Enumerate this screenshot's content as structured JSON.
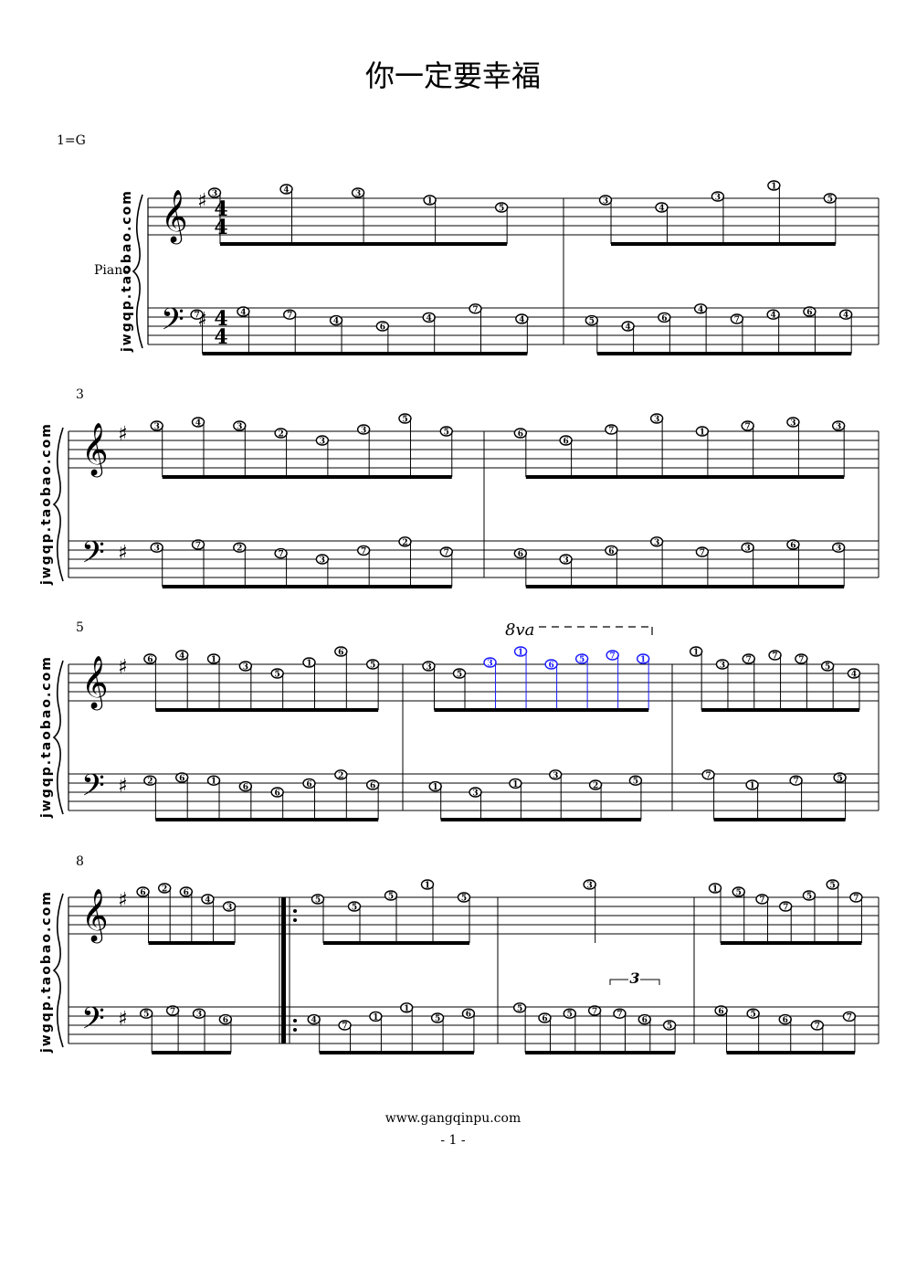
{
  "score": {
    "title": "你一定要幸福",
    "key_label": "1=G",
    "instrument": "Piano",
    "side_watermark": "jwgqp.taobao.com",
    "time_signature": {
      "top": "4",
      "bottom": "4"
    },
    "measure_numbers": [
      "3",
      "5",
      "8"
    ],
    "octave_marking": "8va",
    "tuplet_label": "3",
    "systems": [
      {
        "treble": [
          [
            "3",
            "4",
            "3",
            "1",
            "5"
          ],
          [
            "3",
            "4",
            "3",
            "1",
            "5"
          ]
        ],
        "bass": [
          [
            "7",
            "4",
            "7",
            "4",
            "6",
            "4",
            "7",
            "4"
          ],
          [
            "5",
            "4",
            "6",
            "4",
            "7",
            "4",
            "6",
            "4"
          ]
        ]
      },
      {
        "treble": [
          [
            "3",
            "4",
            "3",
            "2",
            "3",
            "3",
            "5",
            "5"
          ],
          [
            "6",
            "6",
            "7",
            "3",
            "1",
            "7",
            "3",
            "3"
          ]
        ],
        "bass": [
          [
            "3",
            "7",
            "2",
            "7",
            "3",
            "7",
            "2",
            "7"
          ],
          [
            "6",
            "3",
            "6",
            "3",
            "7",
            "3",
            "6",
            "3"
          ]
        ]
      },
      {
        "treble": [
          [
            "6",
            "4",
            "1",
            "3",
            "5",
            "1",
            "6",
            "5"
          ],
          [
            "3",
            "5",
            "3",
            "1",
            "6",
            "5",
            "7",
            "1"
          ],
          [
            "1",
            "3",
            "7",
            "7",
            "7",
            "5",
            "4"
          ]
        ],
        "bass": [
          [
            "2",
            "6",
            "1",
            "6",
            "6",
            "6",
            "2",
            "6"
          ],
          [
            "1",
            "3",
            "1",
            "3",
            "2",
            "5"
          ],
          [
            "7",
            "1",
            "7",
            "5"
          ]
        ]
      },
      {
        "treble": [
          [
            "6",
            "2",
            "6",
            "4",
            "3"
          ],
          [
            "5",
            "5",
            "5",
            "1",
            "5"
          ],
          [
            "3"
          ],
          [
            "1",
            "5",
            "7",
            "7",
            "5",
            "5",
            "7"
          ]
        ],
        "bass": [
          [
            "5",
            "7",
            "3",
            "6"
          ],
          [
            "4",
            "7",
            "1",
            "1",
            "5",
            "6"
          ],
          [
            "5",
            "6",
            "5",
            "7",
            "7",
            "6",
            "5"
          ],
          [
            "6",
            "5",
            "6",
            "7",
            "7"
          ]
        ]
      }
    ],
    "footer_site": "www.gangqinpu.com",
    "page_number": "- 1 -"
  }
}
